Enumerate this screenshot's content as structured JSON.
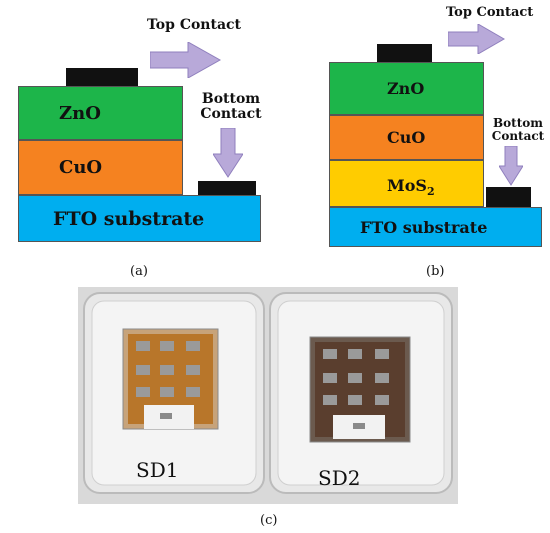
{
  "panel_a": {
    "caption": "(a)",
    "top_contact_label": "Top Contact",
    "bottom_contact_label": "Bottom Contact",
    "layers": {
      "zno": "ZnO",
      "cuo": "CuO",
      "substrate": "FTO substrate"
    }
  },
  "panel_b": {
    "caption": "(b)",
    "top_contact_label": "Top Contact",
    "bottom_contact_label": "Bottom Contact",
    "layers": {
      "zno": "ZnO",
      "cuo": "CuO",
      "mos2": "MoS",
      "mos2_sub": "2",
      "substrate": "FTO substrate"
    }
  },
  "panel_c": {
    "caption": "(c)",
    "sample_labels": {
      "sd1": "SD1",
      "sd2": "SD2"
    }
  },
  "colors": {
    "zno": "#1db54a",
    "cuo": "#f58220",
    "mos2": "#ffcc00",
    "substrate": "#00aeef",
    "contact": "#111111",
    "arrow": "#b8a9d9"
  }
}
